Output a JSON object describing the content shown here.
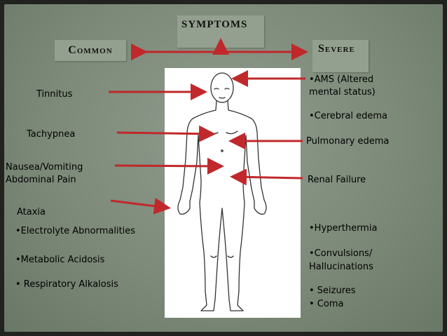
{
  "header": {
    "common": "Common",
    "symptoms": "SYMPTOMS",
    "severe": "Severe"
  },
  "common_symptoms": [
    "Tinnitus",
    "Tachypnea",
    "Nausea/Vomiting",
    "Abdominal Pain",
    "Ataxia",
    "•Electrolyte Abnormalities",
    "•Metabolic Acidosis",
    "• Respiratory Alkalosis"
  ],
  "severe_symptoms": {
    "ams_bold": "•AMS",
    "ams_rest": " (Altered",
    "ams_line2": "mental status)",
    "cerebral_edema": "•Cerebral edema",
    "pulmonary_edema": "Pulmonary edema",
    "renal_failure": "Renal Failure",
    "hyperthermia": "•Hyperthermia",
    "convulsions_line1": "•Convulsions/",
    "convulsions_line2": "Hallucinations",
    "seizures": "• Seizures",
    "coma": "• Coma"
  },
  "colors": {
    "slide_bg": "#7d8a79",
    "box_bg": "#93a08f",
    "arrow": "#c0282b",
    "frame": "#22221f"
  },
  "icons": [
    "double-headed-arrow-icon",
    "up-arrow-icon",
    "right-arrow-icon",
    "left-arrow-icon",
    "human-body-outline-icon"
  ]
}
